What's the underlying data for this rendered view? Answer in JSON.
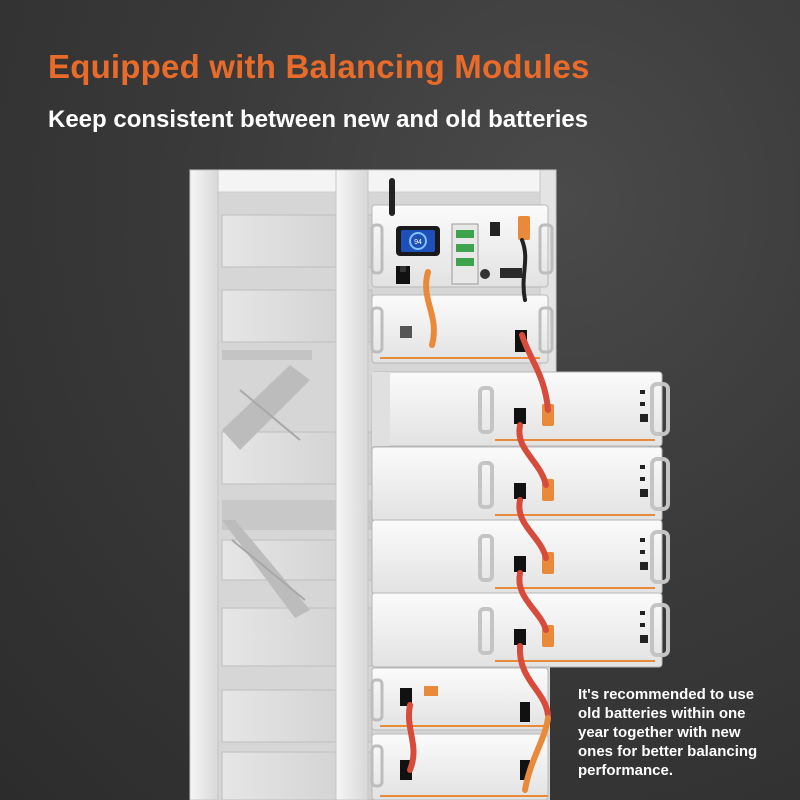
{
  "header": {
    "title": "Equipped with Balancing Modules",
    "subtitle": "Keep consistent between new and old batteries"
  },
  "note": {
    "text": "It's recommended to use old batteries within one year together with new ones for better balancing performance."
  },
  "display": {
    "screen_value": "94"
  },
  "colors": {
    "accent": "#e96b2a",
    "background": "#3a3a3a",
    "rack": "#e9e9e9",
    "cable_red": "#d84a3a",
    "connector_orange": "#e98a3a"
  }
}
